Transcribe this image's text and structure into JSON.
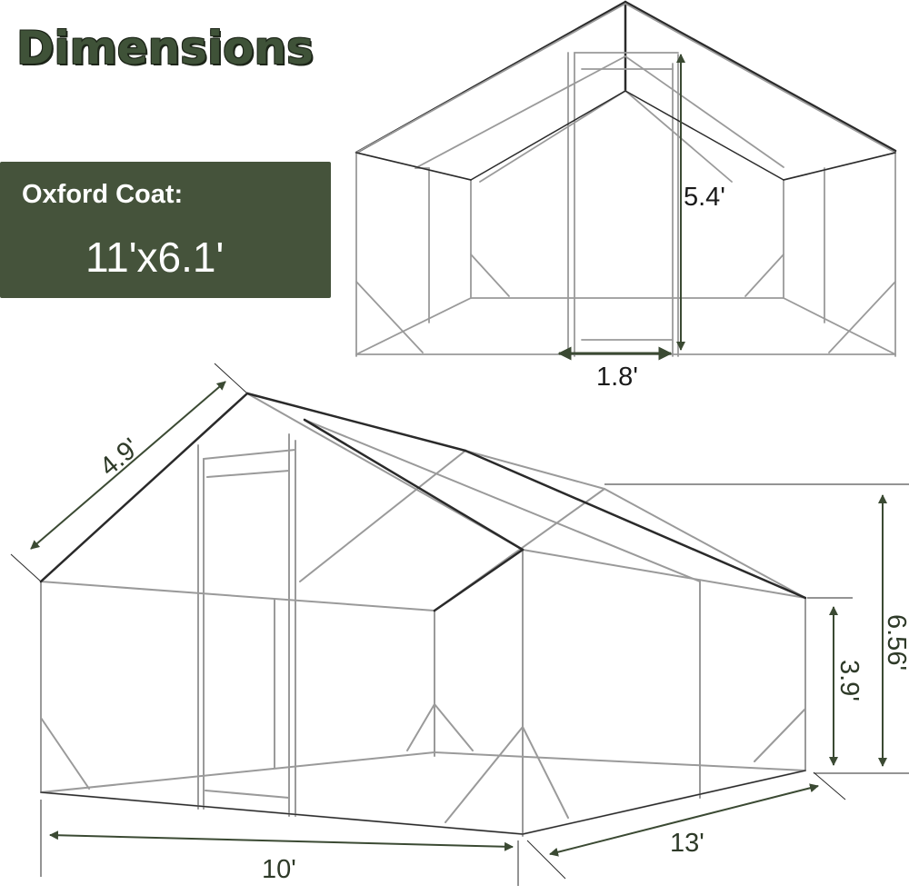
{
  "header": {
    "title": "Dimensions"
  },
  "spec_box": {
    "label": "Oxford Coat:",
    "value": "11'x6.1'"
  },
  "front_view": {
    "door_height": "5.4'",
    "door_width": "1.8'"
  },
  "perspective_view": {
    "roof_slope": "4.9'",
    "width": "10'",
    "length": "13'",
    "side_height": "3.9'",
    "total_height": "6.56'"
  },
  "colors": {
    "accent_green": "#45533b",
    "title_green": "#3f5238",
    "arrow_green": "#3b4a33",
    "frame": "#9a9a9a",
    "frame_dark": "#2a2a2a"
  }
}
